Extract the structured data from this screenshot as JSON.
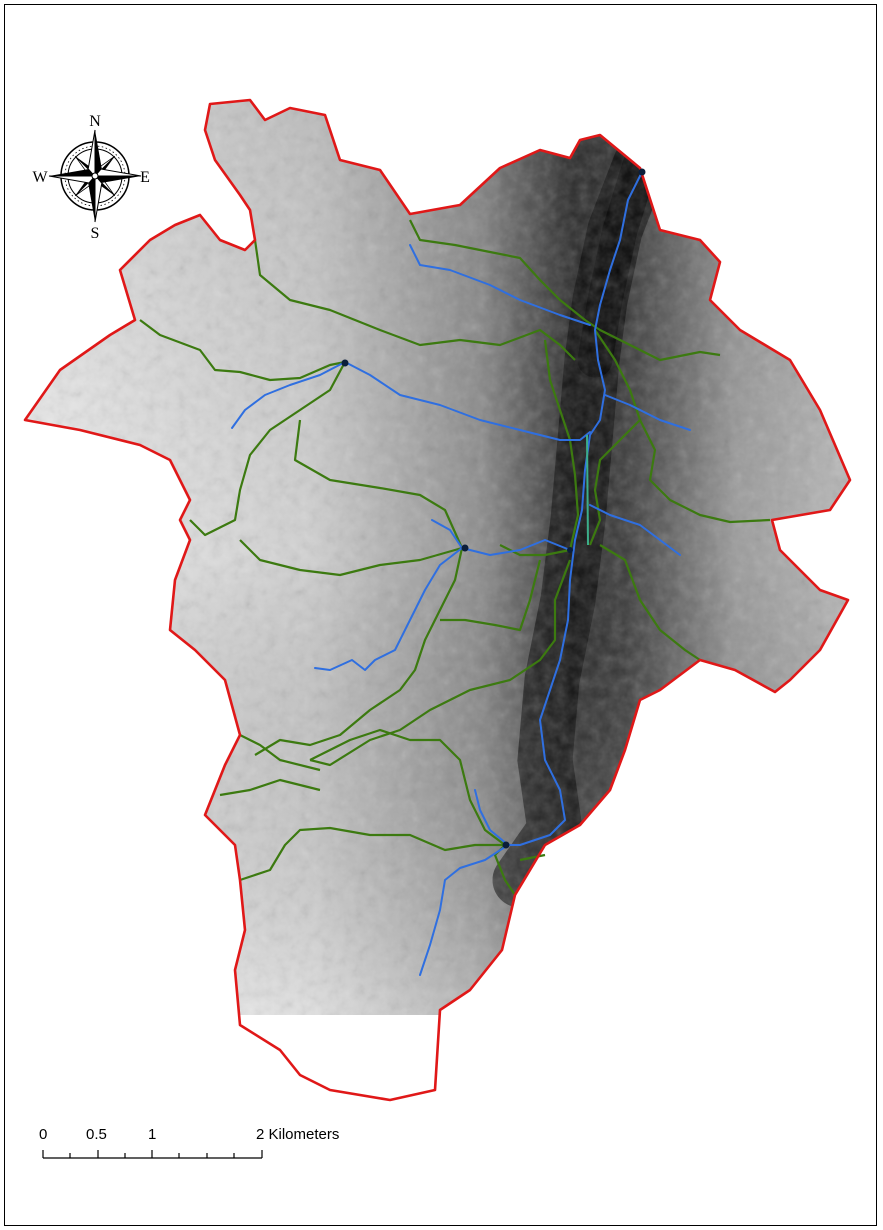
{
  "compass": {
    "north": "N",
    "south": "S",
    "east": "E",
    "west": "W"
  },
  "scale_bar": {
    "ticks": [
      "0",
      "0.5",
      "1",
      "2 Kilometers"
    ]
  },
  "colors": {
    "watershed_boundary": "#e01818",
    "subbasin_boundary": "#3c7a10",
    "stream": "#2f6fe0",
    "outlet": "#0b1e3a",
    "relief_low": "#0a0a0a",
    "relief_high": "#f4f4f4"
  }
}
